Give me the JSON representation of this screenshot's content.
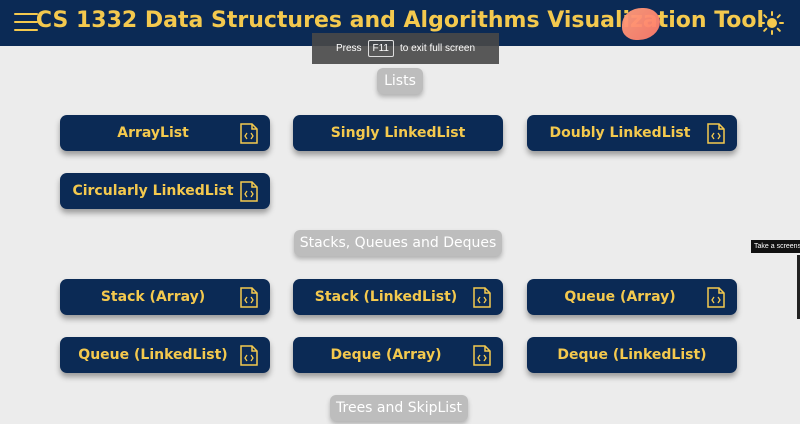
{
  "header": {
    "title": "CS 1332 Data Structures and Algorithms Visualization Tool",
    "icons": {
      "menu": "hamburger-icon",
      "theme": "sun-icon"
    },
    "colors": {
      "bg": "#0b2a55",
      "accent": "#f4c94e"
    }
  },
  "toast": {
    "prefix": "Press",
    "key": "F11",
    "suffix": "to exit full screen"
  },
  "sections": {
    "lists": "Lists",
    "stacks": "Stacks, Queues and Deques",
    "trees": "Trees and SkipList"
  },
  "buttons": {
    "arraylist": "ArrayList",
    "singly": "Singly LinkedList",
    "doubly": "Doubly LinkedList",
    "circular": "Circularly LinkedList",
    "stack_array": "Stack (Array)",
    "stack_ll": "Stack (LinkedList)",
    "queue_array": "Queue (Array)",
    "queue_ll": "Queue (LinkedList)",
    "deque_array": "Deque (Array)",
    "deque_ll": "Deque (LinkedList)"
  },
  "tooltip": "Take a screenshot"
}
